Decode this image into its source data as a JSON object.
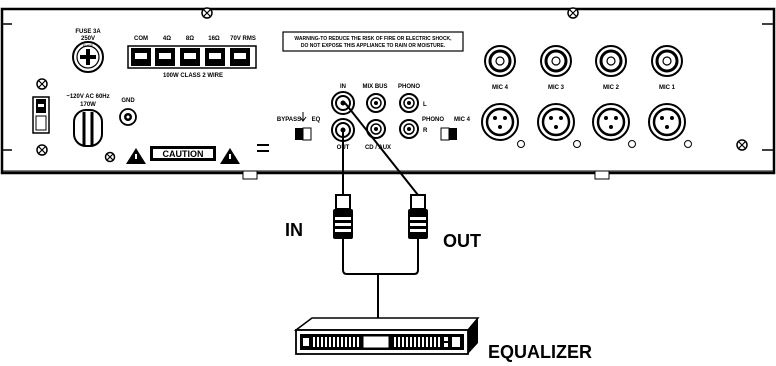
{
  "panel": {
    "fuse": [
      "FUSE 3A",
      "250V",
      "FUSE"
    ],
    "speaker_terminals": [
      "COM",
      "4Ω",
      "8Ω",
      "16Ω",
      "70V RMS"
    ],
    "terminal_rating": "100W CLASS 2 WIRE",
    "power_rating": [
      "~120V AC 60Hz",
      "170W"
    ],
    "ground": "GND",
    "caution": "CAUTION",
    "warning": [
      "WARNING-TO REDUCE THE RISK OF FIRE OR ELECTRIC SHOCK,",
      "DO NOT EXPOSE THIS APPLIANCE TO RAIN OR MOISTURE."
    ],
    "eq_jacks": {
      "in": "IN",
      "out": "OUT"
    },
    "eq_switch": {
      "bypass": "BYPASS",
      "eq": "EQ"
    },
    "mix_bus": "MIX BUS",
    "cd_aux": "CD / AUX",
    "phono": {
      "label": "PHONO",
      "left": "L",
      "right": "R"
    },
    "mic4_switch": {
      "phono": "PHONO",
      "mic4": "MIC 4"
    },
    "mic_inputs": [
      "MIC 4",
      "MIC 3",
      "MIC 2",
      "MIC 1"
    ]
  },
  "cables": {
    "in_label": "IN",
    "out_label": "OUT"
  },
  "equalizer": {
    "label": "EQUALIZER"
  }
}
